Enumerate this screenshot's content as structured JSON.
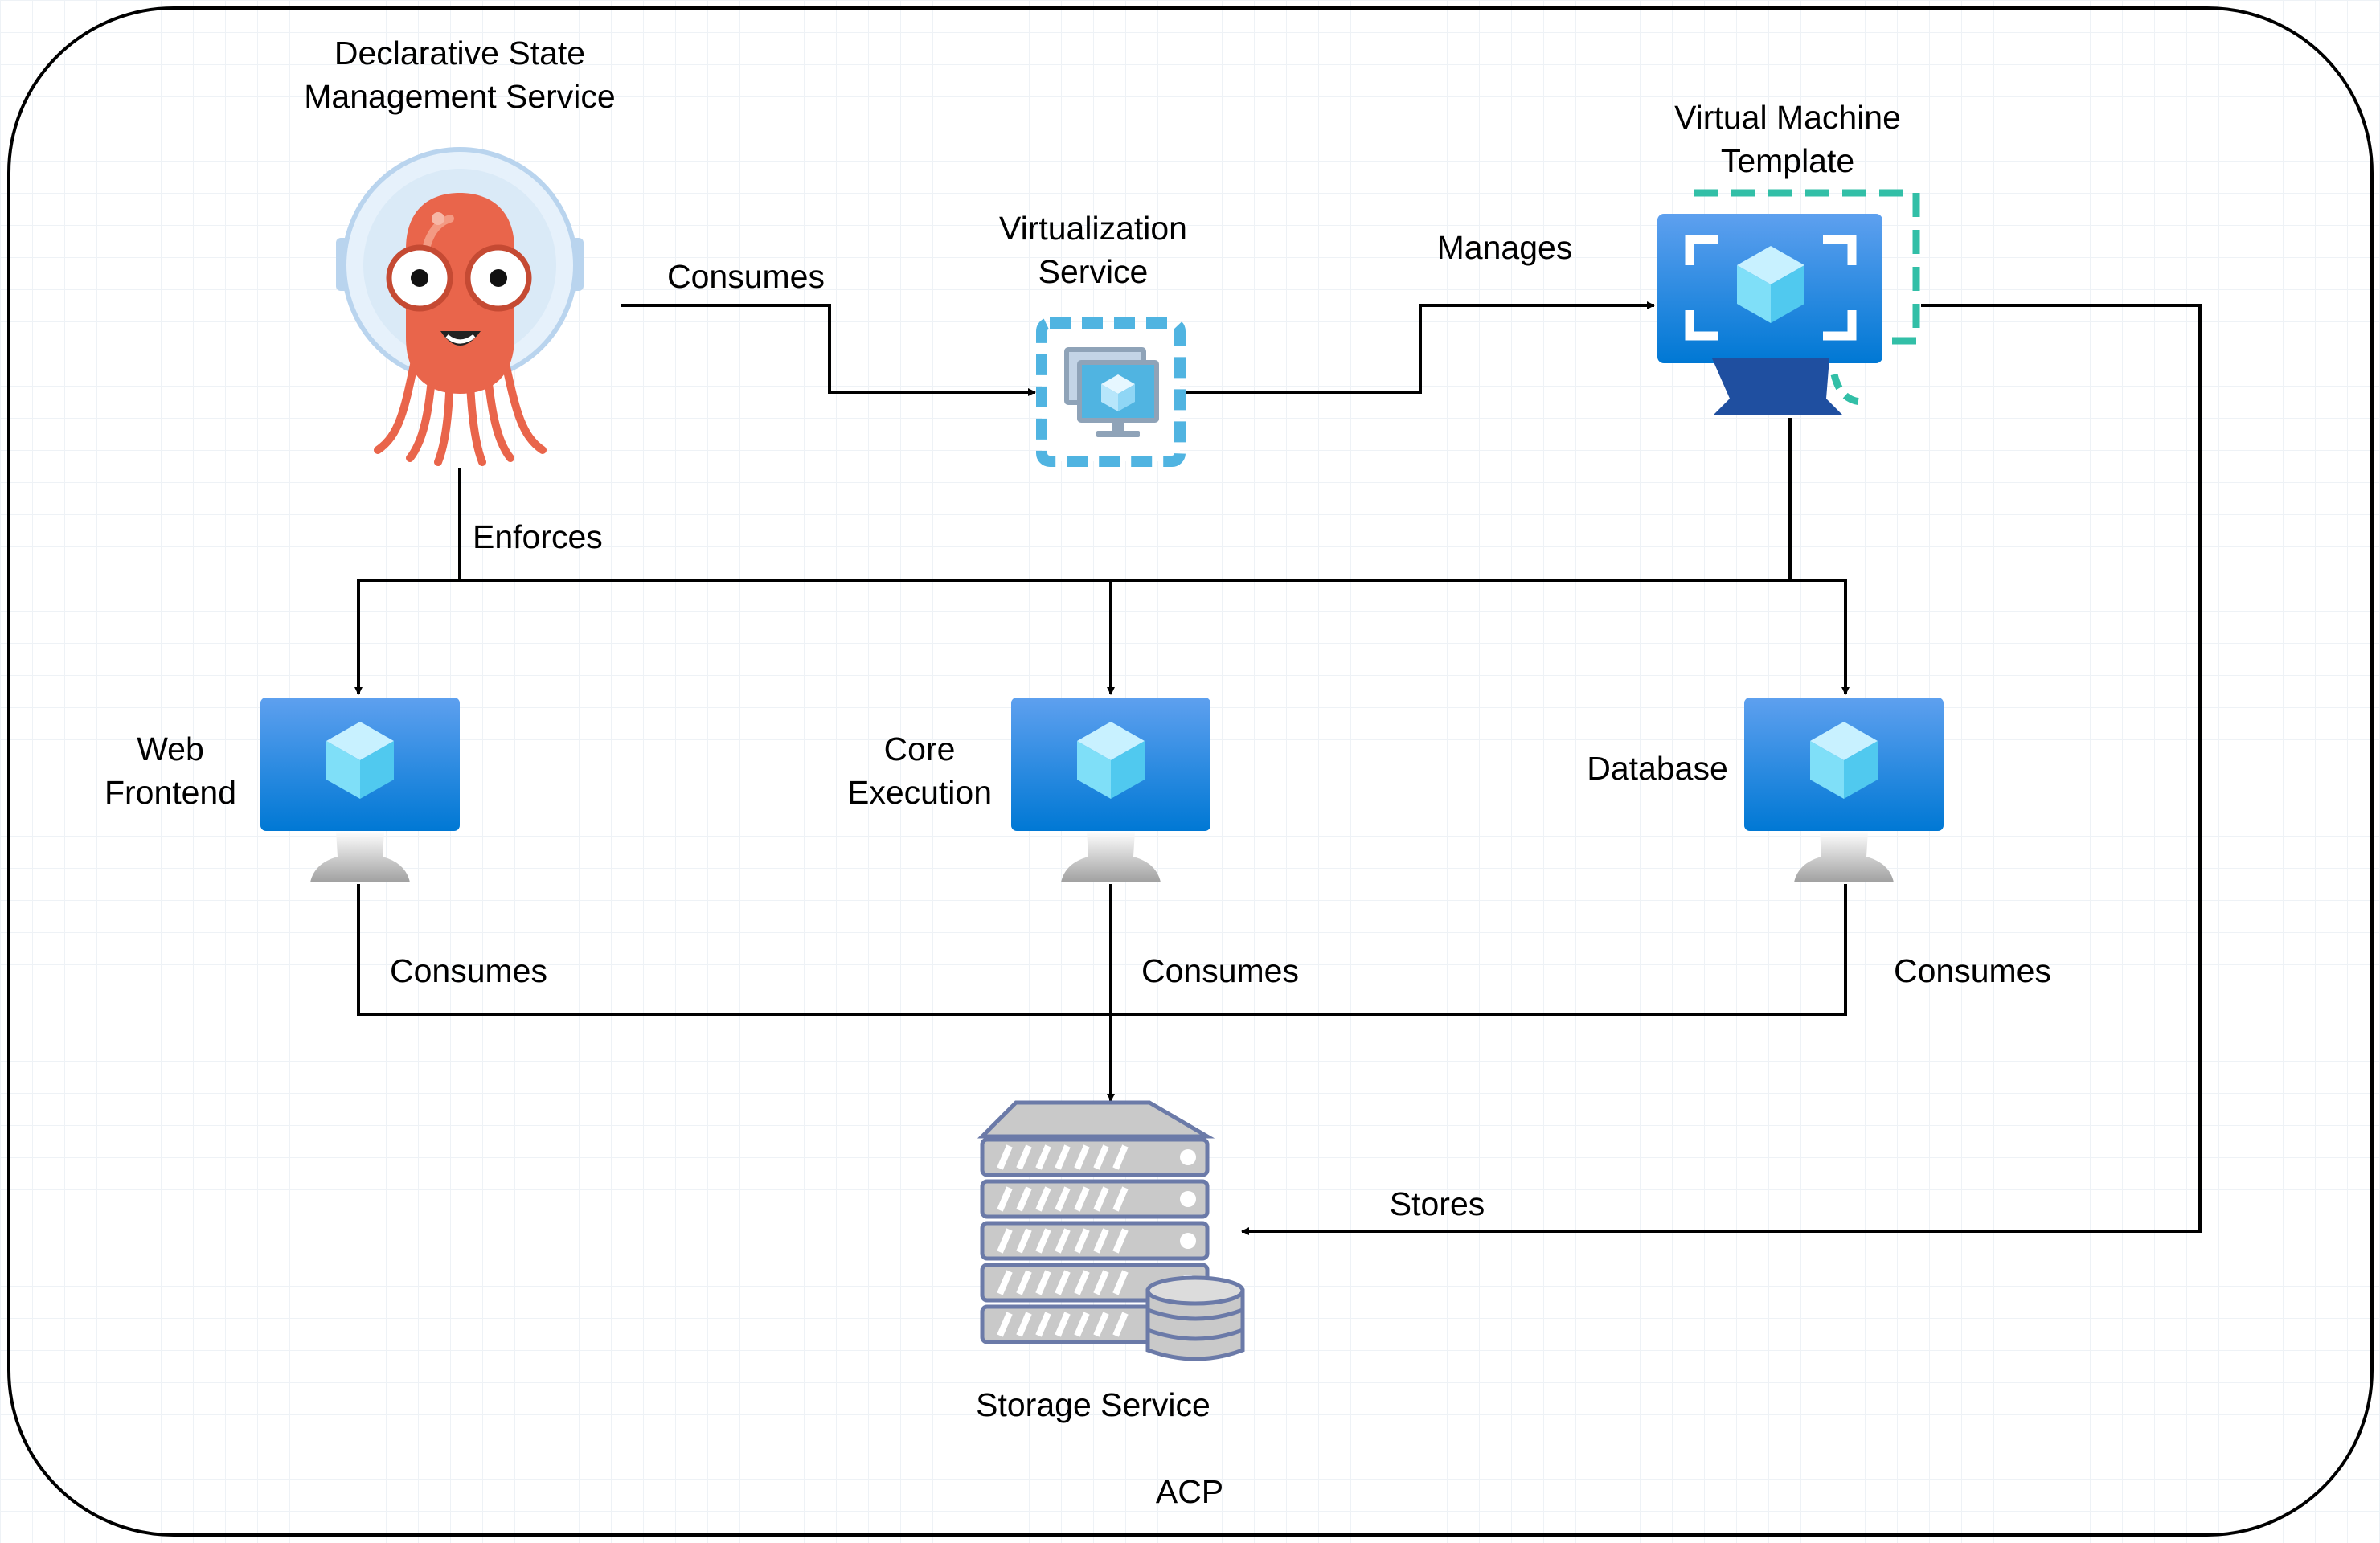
{
  "boundary": {
    "label": "ACP"
  },
  "nodes": {
    "state_service": {
      "label_lines": [
        "Declarative State",
        "Management Service"
      ],
      "icon": "octopus-mascot-icon"
    },
    "virtualization": {
      "label_lines": [
        "Virtualization",
        "Service"
      ],
      "icon": "virtual-machines-icon"
    },
    "vm_template": {
      "label_lines": [
        "Virtual Machine",
        "Template"
      ],
      "icon": "vm-template-icon"
    },
    "web_frontend": {
      "label_lines": [
        "Web",
        "Frontend"
      ],
      "icon": "virtual-machine-icon"
    },
    "core_execution": {
      "label_lines": [
        "Core",
        "Execution"
      ],
      "icon": "virtual-machine-icon"
    },
    "database": {
      "label_lines": [
        "Database"
      ],
      "icon": "virtual-machine-icon"
    },
    "storage": {
      "label_lines": [
        "Storage Service"
      ],
      "icon": "server-storage-icon"
    }
  },
  "edges": {
    "consumes_virtualization": "Consumes",
    "manages": "Manages",
    "enforces": "Enforces",
    "consumes_web": "Consumes",
    "consumes_core": "Consumes",
    "consumes_db": "Consumes",
    "stores": "Stores"
  },
  "colors": {
    "vm_blue_top": "#5ea0ef",
    "vm_blue_bottom": "#0078d4",
    "octopus_orange": "#e9654b",
    "template_teal": "#32bfa7",
    "virtualization_blue": "#50b4e1",
    "storage_gray": "#c9c9c9",
    "storage_outline": "#6b7aa8"
  }
}
